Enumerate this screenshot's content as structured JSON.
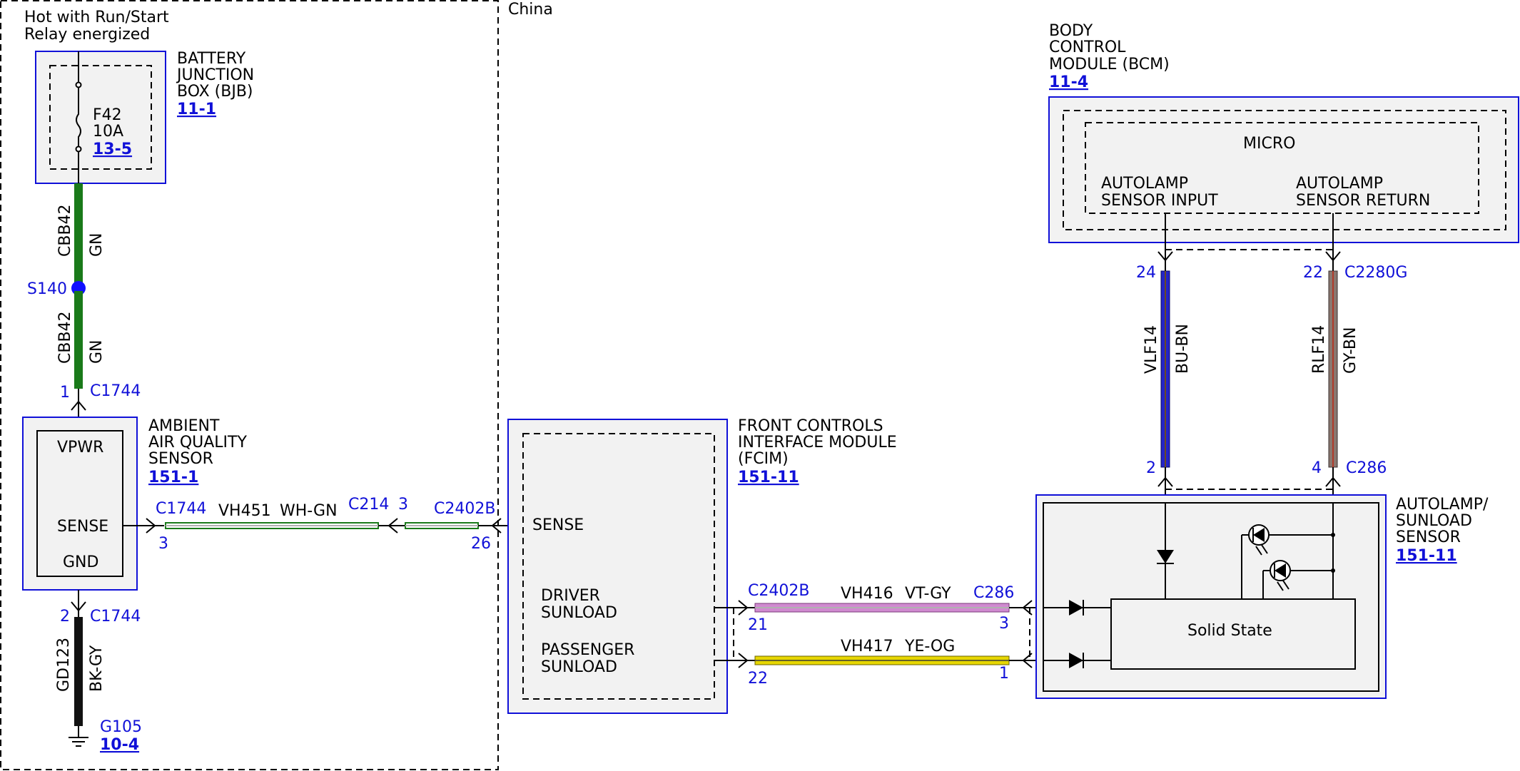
{
  "region": "China",
  "power_note": [
    "Hot with Run/Start",
    "Relay energized"
  ],
  "bjb": {
    "name": [
      "BATTERY",
      "JUNCTION",
      "BOX (BJB)"
    ],
    "ref": "11-1",
    "fuse_id": "F42",
    "fuse_rating": "10A",
    "fuse_ref": "13-5"
  },
  "wire_cbb42_upper": {
    "circuit": "CBB42",
    "color": "GN",
    "hex": "#1a7a1a"
  },
  "splice": {
    "id": "S140"
  },
  "wire_cbb42_lower": {
    "circuit": "CBB42",
    "color": "GN",
    "hex": "#1a7a1a"
  },
  "aqs": {
    "name": [
      "AMBIENT",
      "AIR QUALITY",
      "SENSOR"
    ],
    "ref": "151-1",
    "pins": [
      "VPWR",
      "SENSE",
      "GND"
    ],
    "top_pin": "1",
    "top_connector": "C1744",
    "sense_connector": "C1744",
    "sense_pin": "3",
    "bottom_pin": "2",
    "bottom_connector": "C1744"
  },
  "wire_vh451": {
    "circuit": "VH451",
    "color": "WH-GN",
    "inline": "C214",
    "inline_pin": "3",
    "dest_connector": "C2402B",
    "dest_pin": "26"
  },
  "ground": {
    "circuit": "GD123",
    "color": "BK-GY",
    "id": "G105",
    "ref": "10-4"
  },
  "fcim": {
    "name": [
      "FRONT CONTROLS",
      "INTERFACE MODULE",
      "(FCIM)"
    ],
    "ref": "151-11",
    "pins": {
      "sense": "SENSE",
      "driver": [
        "DRIVER",
        "SUNLOAD"
      ],
      "passenger": [
        "PASSENGER",
        "SUNLOAD"
      ]
    }
  },
  "wire_vh416": {
    "circuit": "VH416",
    "color": "VT-GY",
    "hex": "#d08ad0",
    "src_connector": "C2402B",
    "src_pin": "21",
    "dst_connector": "C286",
    "dst_pin": "3"
  },
  "wire_vh417": {
    "circuit": "VH417",
    "color": "YE-OG",
    "hex": "#e6d600",
    "src_pin": "22",
    "dst_pin": "1"
  },
  "bcm": {
    "name": [
      "BODY",
      "CONTROL",
      "MODULE (BCM)"
    ],
    "ref": "11-4",
    "micro": "MICRO",
    "input_label": [
      "AUTOLAMP",
      "SENSOR INPUT"
    ],
    "return_label": [
      "AUTOLAMP",
      "SENSOR RETURN"
    ],
    "connector": "C2280G"
  },
  "wire_vlf14": {
    "circuit": "VLF14",
    "color": "BU-BN",
    "hex": "#2424c8",
    "top_pin": "24",
    "bottom_pin": "2"
  },
  "wire_rlf14": {
    "circuit": "RLF14",
    "color": "GY-BN",
    "hex": "#8a7870",
    "top_pin": "22",
    "bottom_pin": "4",
    "bottom_connector": "C286"
  },
  "autolamp": {
    "name": [
      "AUTOLAMP/",
      "SUNLOAD",
      "SENSOR"
    ],
    "ref": "151-11",
    "solid_state": "Solid State"
  }
}
